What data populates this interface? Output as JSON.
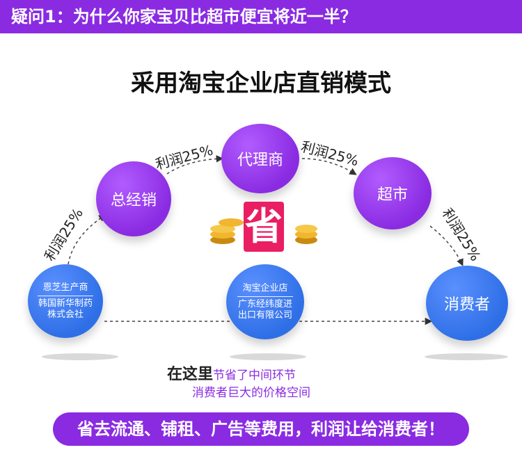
{
  "header": "疑问1：为什么你家宝贝比超市便宜将近一半？",
  "title": "采用淘宝企业店直销模式",
  "nodes": {
    "distributor": "总经销",
    "agent": "代理商",
    "supermarket": "超市",
    "consumer": "消费者",
    "producer_line1": "恩芝生产商",
    "producer_line2": "韩国新华制药",
    "producer_line3": "株式会社",
    "store_line1": "淘宝企业店",
    "store_line2": "广东经纬度进",
    "store_line3": "出口有限公司"
  },
  "profits": [
    "利润25%",
    "利润25%",
    "利润25%",
    "利润25%"
  ],
  "center_badge": "省",
  "bottom": {
    "line1_bold": "在这里",
    "line1_light": "节省了中间环节",
    "line2": "消费者巨大的价格空间"
  },
  "banner": "省去流通、铺租、广告等费用，利润让给消费者！",
  "colors": {
    "purple": "#8a2be2",
    "blue": "#2f6fe6",
    "pink": "#e91e63"
  }
}
